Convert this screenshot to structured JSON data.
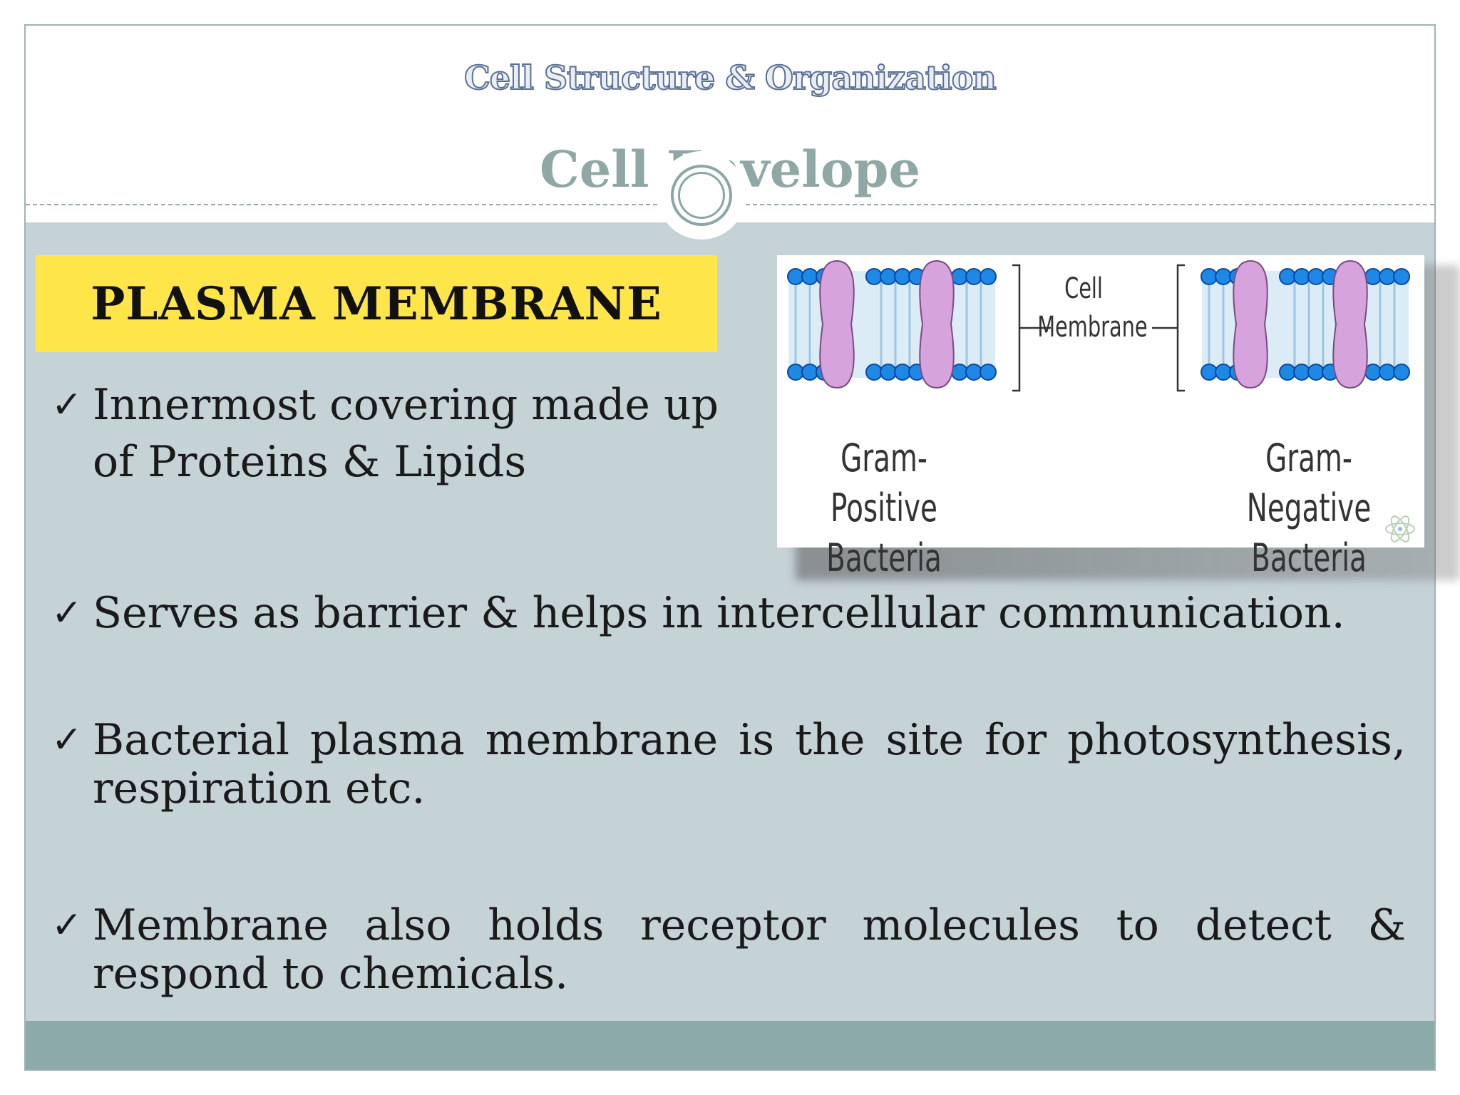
{
  "header": {
    "course_title": "Cell Structure & Organization",
    "section_title": "Cell Envelope"
  },
  "main": {
    "heading": "PLASMA MEMBRANE",
    "check_icon": "✓",
    "bullets": [
      "Innermost covering made up of Proteins & Lipids",
      "Serves as barrier & helps in intercellular communication.",
      "Bacterial plasma membrane is the site for photosynthesis, respiration etc.",
      "Membrane also holds receptor molecules to detect & respond to chemicals."
    ]
  },
  "figure": {
    "left_label": "Gram-Positive Bacteria",
    "center_label": "Cell Membrane",
    "right_label": "Gram-Negative Bacteria"
  },
  "colors": {
    "content_background": "#c5d2d6",
    "heading_highlight": "#fde54a",
    "footer_band": "#8daaaa",
    "section_title": "#8fa8a6",
    "lipid_head": "#1e88e5",
    "protein": "#d6a3dc"
  }
}
